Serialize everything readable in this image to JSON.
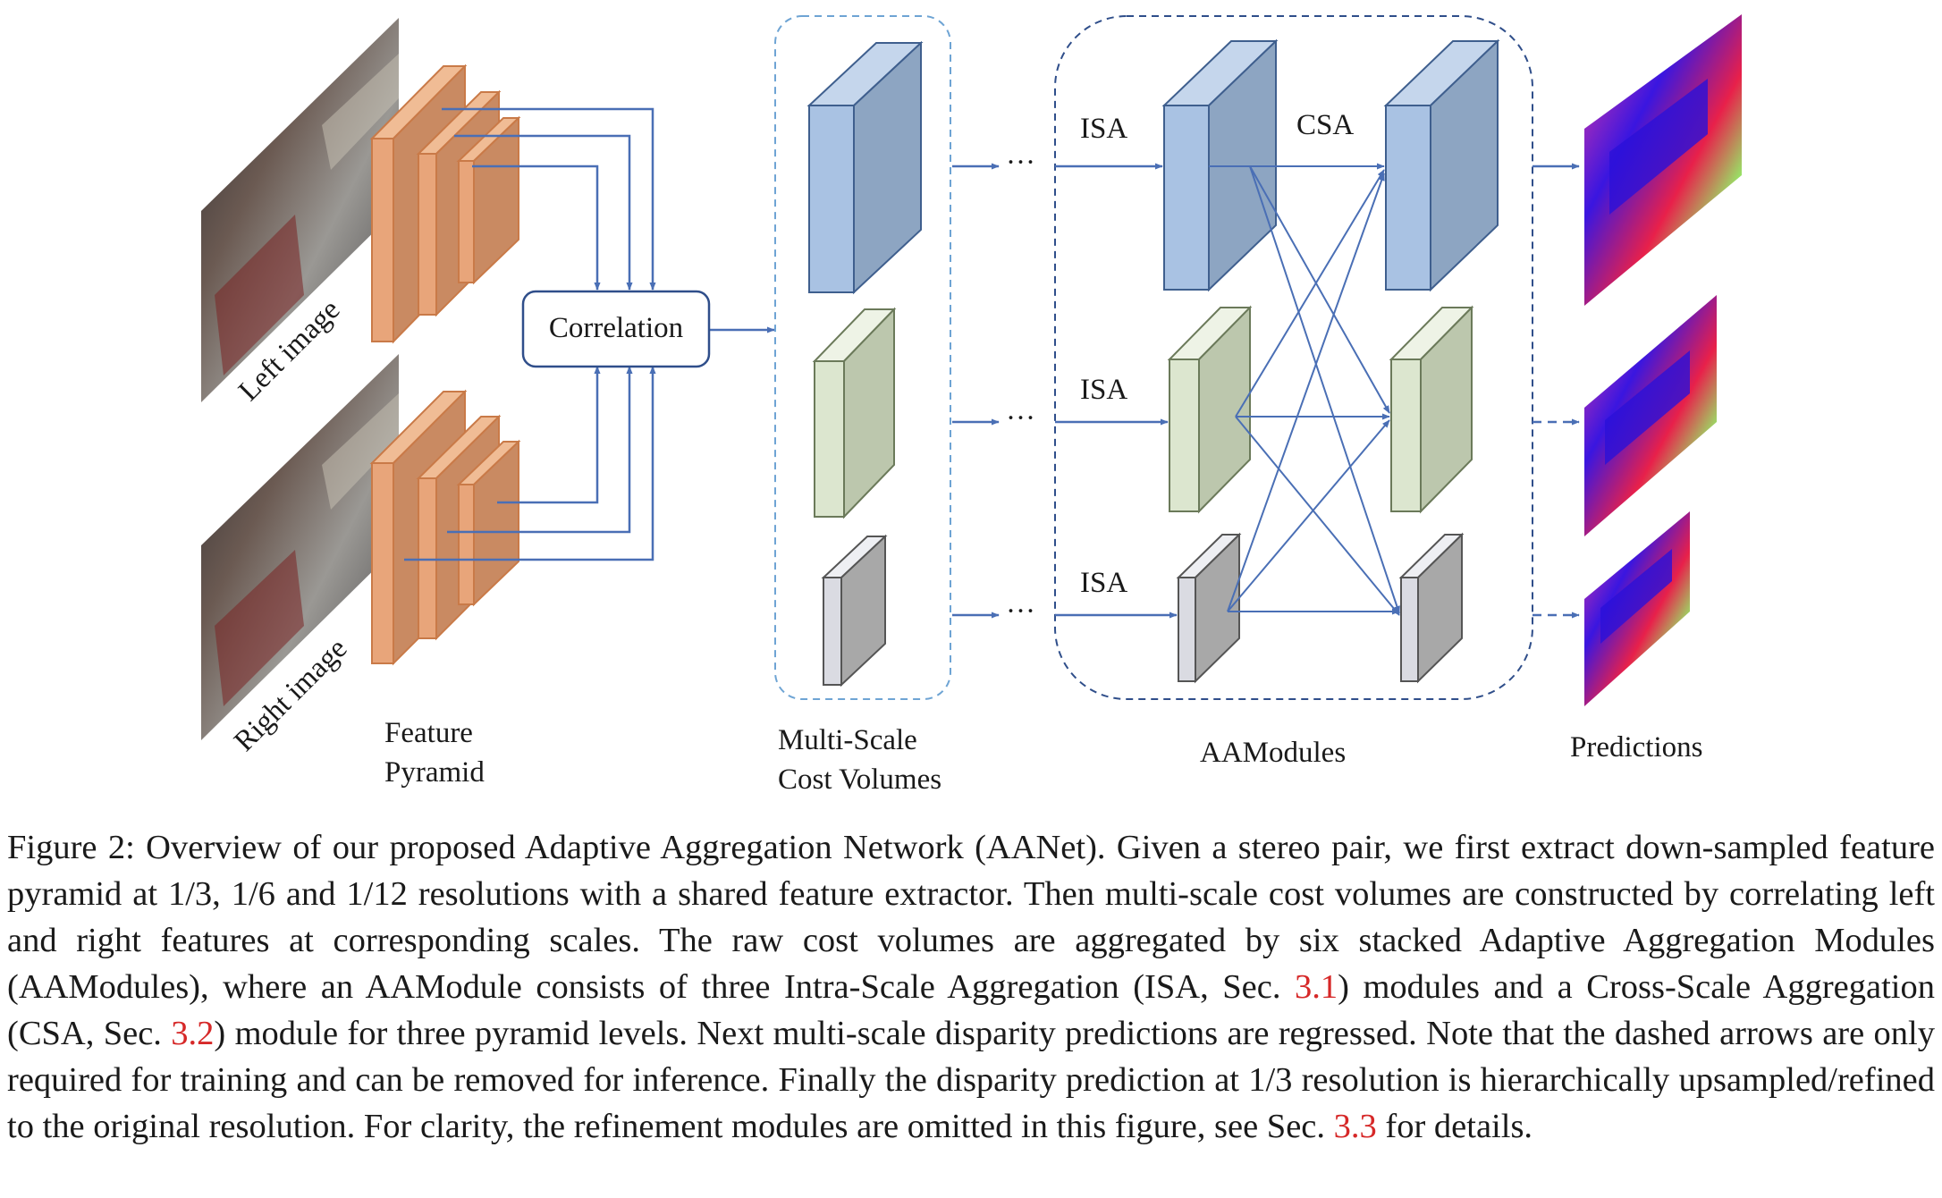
{
  "figure": {
    "left_image_label": "Left image",
    "right_image_label": "Right image",
    "feature_pyramid_label": [
      "Feature",
      "Pyramid"
    ],
    "correlation_label": "Correlation",
    "cost_volumes_label": [
      "Multi-Scale",
      "Cost Volumes"
    ],
    "aamodules_label": "AAModules",
    "predictions_label": "Predictions",
    "isa_label": "ISA",
    "csa_label": "CSA",
    "ellipsis": "···",
    "colors": {
      "feature": "#e8a57a",
      "feature_side": "#c98a62",
      "arrow": "#4a6fb5",
      "volume_large": "#a9c2e3",
      "volume_large_side": "#8da5c2",
      "volume_mid": "#dce6cf",
      "volume_mid_side": "#bcc7ad",
      "volume_small": "#dadbe2",
      "volume_small_side": "#a8a8a8",
      "dashed_box": "#6ea4d4"
    }
  },
  "caption": {
    "p1": "Figure 2: Overview of our proposed Adaptive Aggregation Network (AANet). Given a stereo pair, we first extract down-sampled feature pyramid at 1/3, 1/6 and 1/12 resolutions with a shared feature extractor. Then multi-scale cost volumes are constructed by correlating left and right features at corresponding scales. The raw cost volumes are aggregated by six stacked Adaptive Aggregation Modules (AAModules), where an AAModule consists of three Intra-Scale Aggregation (ISA, Sec. ",
    "ref1": "3.1",
    "p2": ") modules and a Cross-Scale Aggregation (CSA, Sec. ",
    "ref2": "3.2",
    "p3": ") module for three pyramid levels. Next multi-scale disparity predictions are regressed. Note that the dashed arrows are only required for training and can be removed for inference. Finally the disparity prediction at 1/3 resolution is hierarchically upsampled/refined to the original resolution. For clarity, the refinement modules are omitted in this figure, see Sec. ",
    "ref3": "3.3",
    "p4": " for details."
  }
}
